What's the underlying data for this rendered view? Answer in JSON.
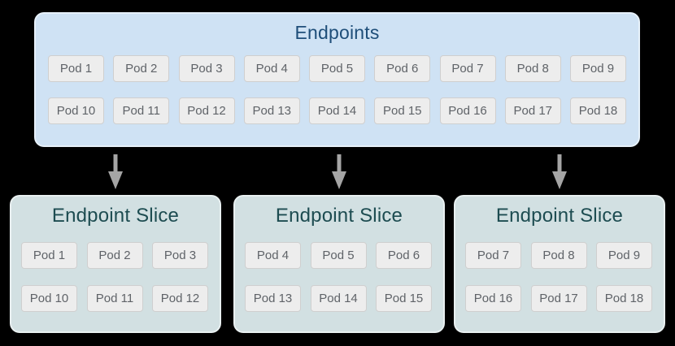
{
  "colors": {
    "background": "#000000",
    "endpoints_box_bg": "#cfe2f4",
    "endpoints_title": "#1e4e79",
    "slice_box_bg": "#d2e0e2",
    "slice_title": "#1d4c51",
    "pod_bg": "#ededed",
    "pod_border": "#cfcfcf",
    "pod_text": "#5f6368",
    "arrow": "#a5a5a5"
  },
  "endpoints_box": {
    "title": "Endpoints",
    "pod_rows": [
      [
        "Pod 1",
        "Pod 2",
        "Pod 3",
        "Pod 4",
        "Pod 5",
        "Pod 6",
        "Pod 7",
        "Pod 8",
        "Pod 9"
      ],
      [
        "Pod 10",
        "Pod 11",
        "Pod 12",
        "Pod 13",
        "Pod 14",
        "Pod 15",
        "Pod 16",
        "Pod 17",
        "Pod 18"
      ]
    ]
  },
  "arrows": {
    "icon": "down-arrow",
    "count": 3
  },
  "slices": [
    {
      "title": "Endpoint Slice",
      "pod_rows": [
        [
          "Pod 1",
          "Pod 2",
          "Pod 3"
        ],
        [
          "Pod 10",
          "Pod 11",
          "Pod 12"
        ]
      ]
    },
    {
      "title": "Endpoint Slice",
      "pod_rows": [
        [
          "Pod 4",
          "Pod 5",
          "Pod 6"
        ],
        [
          "Pod 13",
          "Pod 14",
          "Pod 15"
        ]
      ]
    },
    {
      "title": "Endpoint Slice",
      "pod_rows": [
        [
          "Pod 7",
          "Pod 8",
          "Pod 9"
        ],
        [
          "Pod 16",
          "Pod 17",
          "Pod 18"
        ]
      ]
    }
  ]
}
